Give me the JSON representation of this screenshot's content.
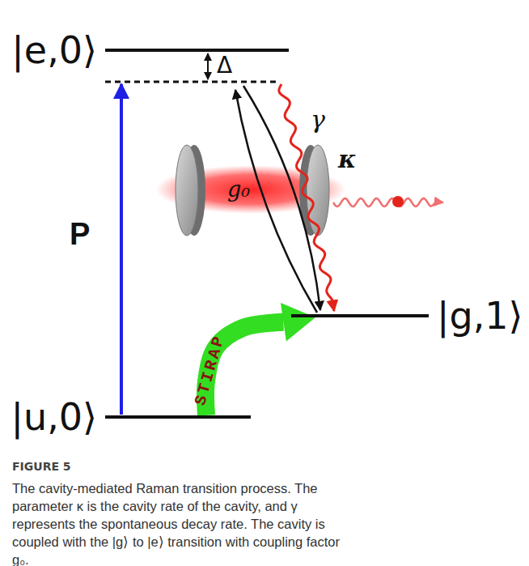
{
  "diagram": {
    "caption": "The cavity-mediated Raman transition process. The parameter κ is the cavity rate of the cavity, and γ represents the spontaneous decay rate. The cavity is coupled with the |g⟩ to |e⟩ transition with coupling factor g₀.",
    "nodes": [
      {
        "text": [
          "|e,0⟩"
        ]
      },
      {
        "text": [
          "|g,1⟩"
        ]
      },
      {
        "text": [
          "|u,0⟩"
        ]
      }
    ],
    "edges": [
      {
        "from": 2,
        "to": 1,
        "arrow": "to",
        "label": "STIRAP"
      }
    ],
    "labels": [
      "Δ",
      "P",
      "g₀",
      "γ",
      "κ",
      "FIGURE 5"
    ]
  }
}
